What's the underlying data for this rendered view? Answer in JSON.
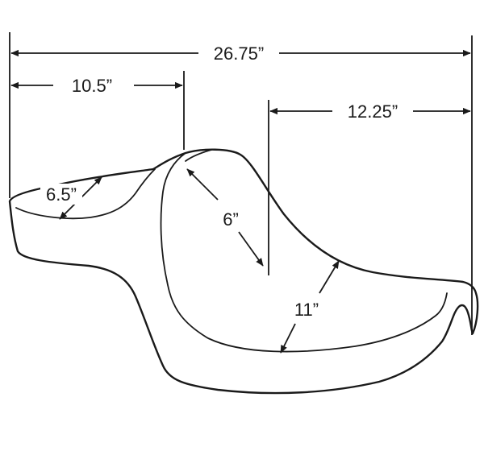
{
  "diagram": {
    "dimensions": {
      "overall_length": "26.75”",
      "front_seat_length": "10.5”",
      "passenger_seat_length": "12.25”",
      "passenger_pad_width": "6.5”",
      "rider_seat_depth": "6”",
      "rider_seat_width": "11”"
    },
    "colors": {
      "line": "#1a1a1a",
      "background": "#ffffff"
    }
  }
}
